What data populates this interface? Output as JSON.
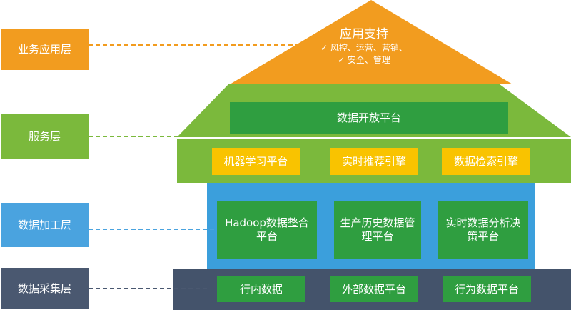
{
  "colors": {
    "orange": "#f29c1f",
    "green": "#7bb93c",
    "dark_green": "#2f9e40",
    "yellow": "#f9c300",
    "blue": "#3b9fdc",
    "slate": "#44536b",
    "label_blue": "#4aa3df",
    "label_slate": "#4a5870"
  },
  "layers": [
    {
      "label": "业务应用层"
    },
    {
      "label": "服务层"
    },
    {
      "label": "数据加工层"
    },
    {
      "label": "数据采集层"
    }
  ],
  "application": {
    "title": "应用支持",
    "lines": [
      "✓ 风控、运营、营销、",
      "✓ 安全、管理"
    ]
  },
  "service": {
    "open_platform": "数据开放平台",
    "items": [
      "机器学习平台",
      "实时推荐引擎",
      "数据检索引擎"
    ]
  },
  "processing": {
    "items": [
      "Hadoop数据整合平台",
      "生产历史数据管理平台",
      "实时数据分析决策平台"
    ]
  },
  "collection": {
    "items": [
      "行内数据",
      "外部数据平台",
      "行为数据平台"
    ]
  }
}
